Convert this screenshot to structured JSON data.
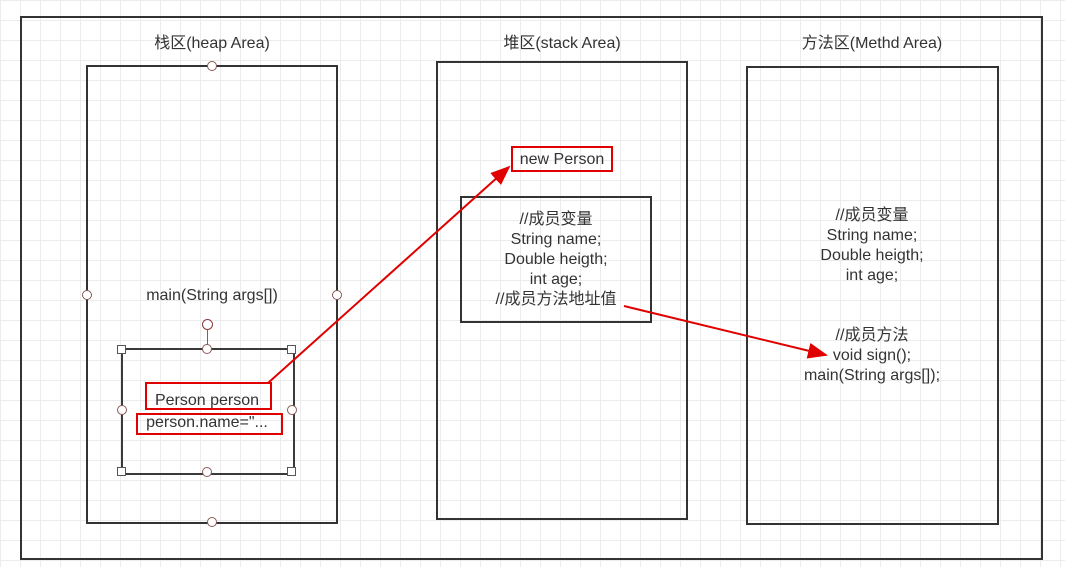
{
  "diagram": {
    "stack_column": {
      "title": "栈区(heap Area)",
      "method_label": "main(String args[])",
      "frame_lines": [
        "Person person",
        "person.name=\"..."
      ]
    },
    "heap_column": {
      "title": "堆区(stack Area)",
      "object_label": "new Person",
      "object_lines": [
        "//成员变量",
        "String name;",
        "Double heigth;",
        "int age;",
        "//成员方法地址值"
      ]
    },
    "method_column": {
      "title": "方法区(Methd Area)",
      "variables_lines": [
        "//成员变量",
        "String name;",
        "Double heigth;",
        "int age;"
      ],
      "methods_lines": [
        "//成员方法",
        "void sign();",
        "main(String args[]);"
      ]
    }
  },
  "colors": {
    "arrow": "#e00000",
    "highlight_box": "#e00000",
    "border": "#333333"
  }
}
